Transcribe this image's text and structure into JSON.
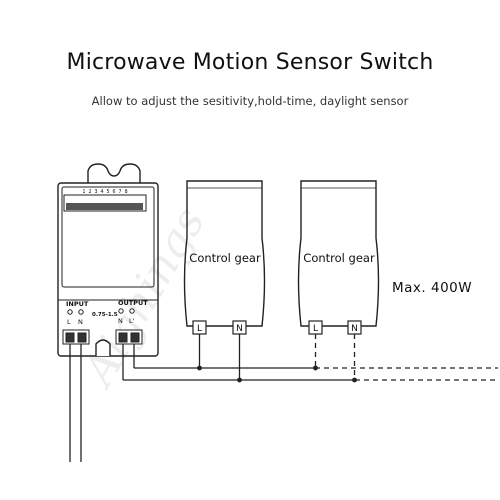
{
  "title": "Microwave Motion Sensor Switch",
  "subtitle": "Allow to adjust the sesitivity,hold-time, daylight sensor",
  "sensor": {
    "dip_numbers": "1 2 3 4 5 6 7 8",
    "input_label": "INPUT",
    "output_label": "OUTPUT",
    "wire_size": "0.75-1.5",
    "input_terminals": [
      "L",
      "N"
    ],
    "output_terminals": [
      "N",
      "L'"
    ]
  },
  "control_gear": [
    {
      "label": "Control gear",
      "terminals": [
        "L",
        "N"
      ]
    },
    {
      "label": "Control gear",
      "terminals": [
        "L",
        "N"
      ]
    }
  ],
  "max_load": "Max. 400W",
  "watermark": "Aighings"
}
